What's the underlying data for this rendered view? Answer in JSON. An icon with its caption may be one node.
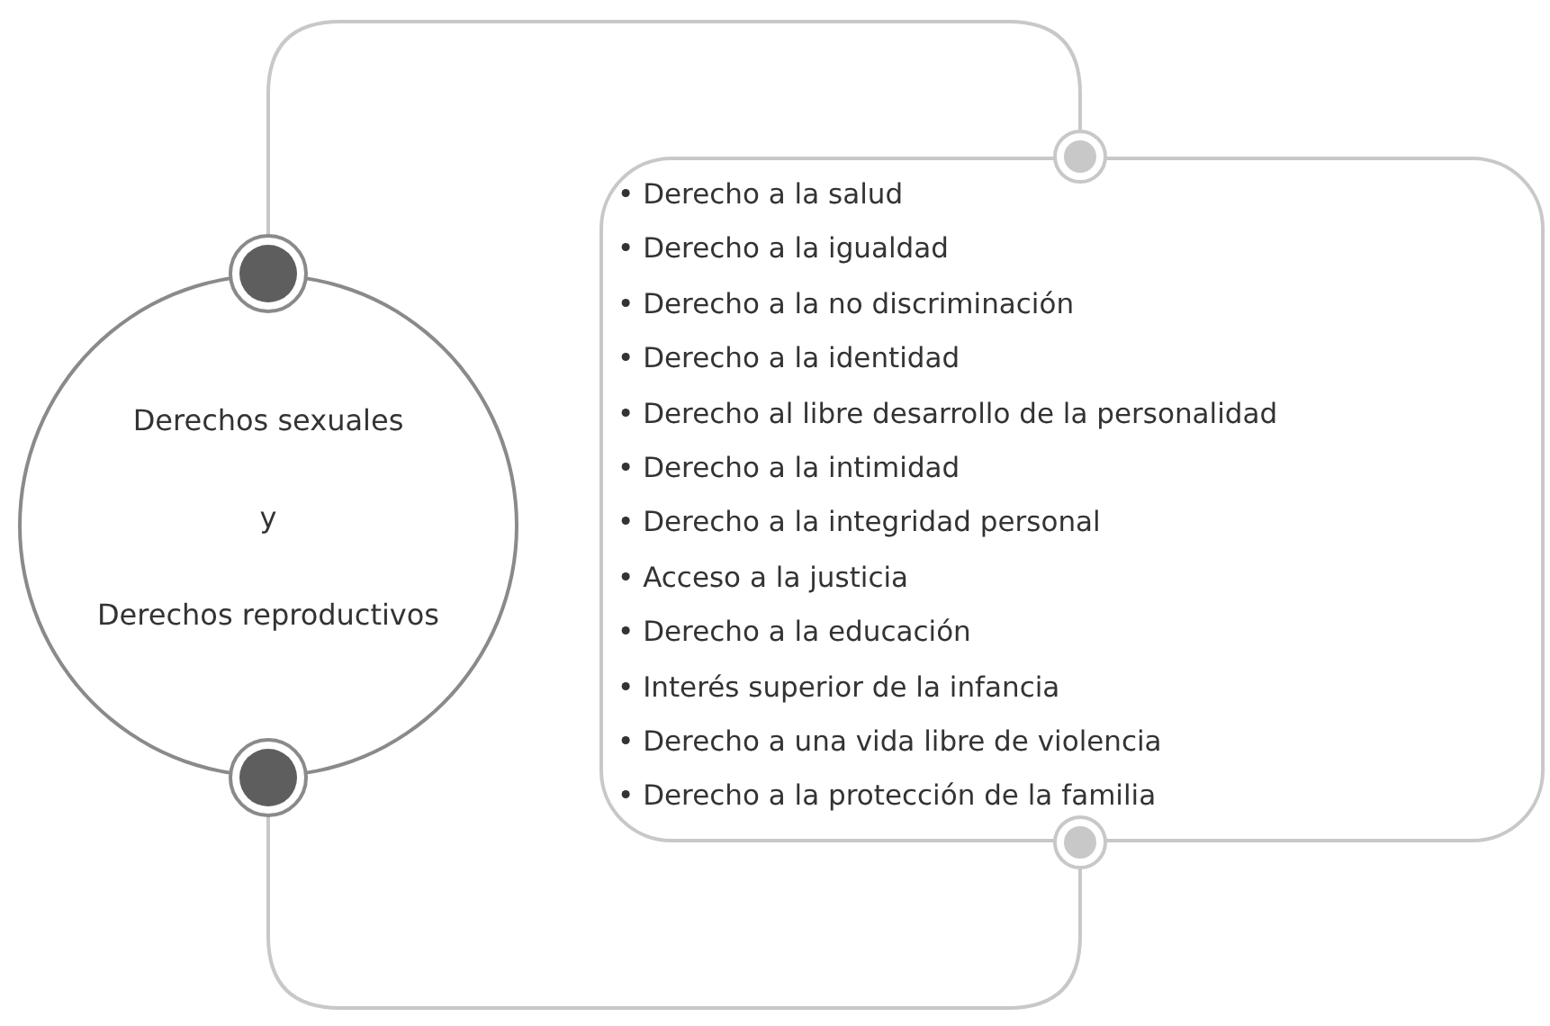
{
  "diagram": {
    "nodes": [
      {
        "text": [
          "Derechos sexuales",
          "y",
          "Derechos reproductivos"
        ]
      },
      {
        "text": [
          "• Derecho a la salud",
          "• Derecho a la igualdad",
          "• Derecho a la no discriminación",
          "• Derecho a la identidad",
          "• Derecho al libre desarrollo de la personalidad",
          "• Derecho a la intimidad",
          "• Derecho a la integridad personal",
          "• Acceso a la justicia",
          "• Derecho a la educación",
          "• Interés superior de la infancia",
          "• Derecho a una vida libre de violencia",
          "• Derecho a la protección de la familia"
        ]
      }
    ],
    "edges": [
      {
        "from": 0,
        "to": 1,
        "arrow": "other"
      },
      {
        "from": 0,
        "to": 1,
        "arrow": "other"
      }
    ]
  }
}
